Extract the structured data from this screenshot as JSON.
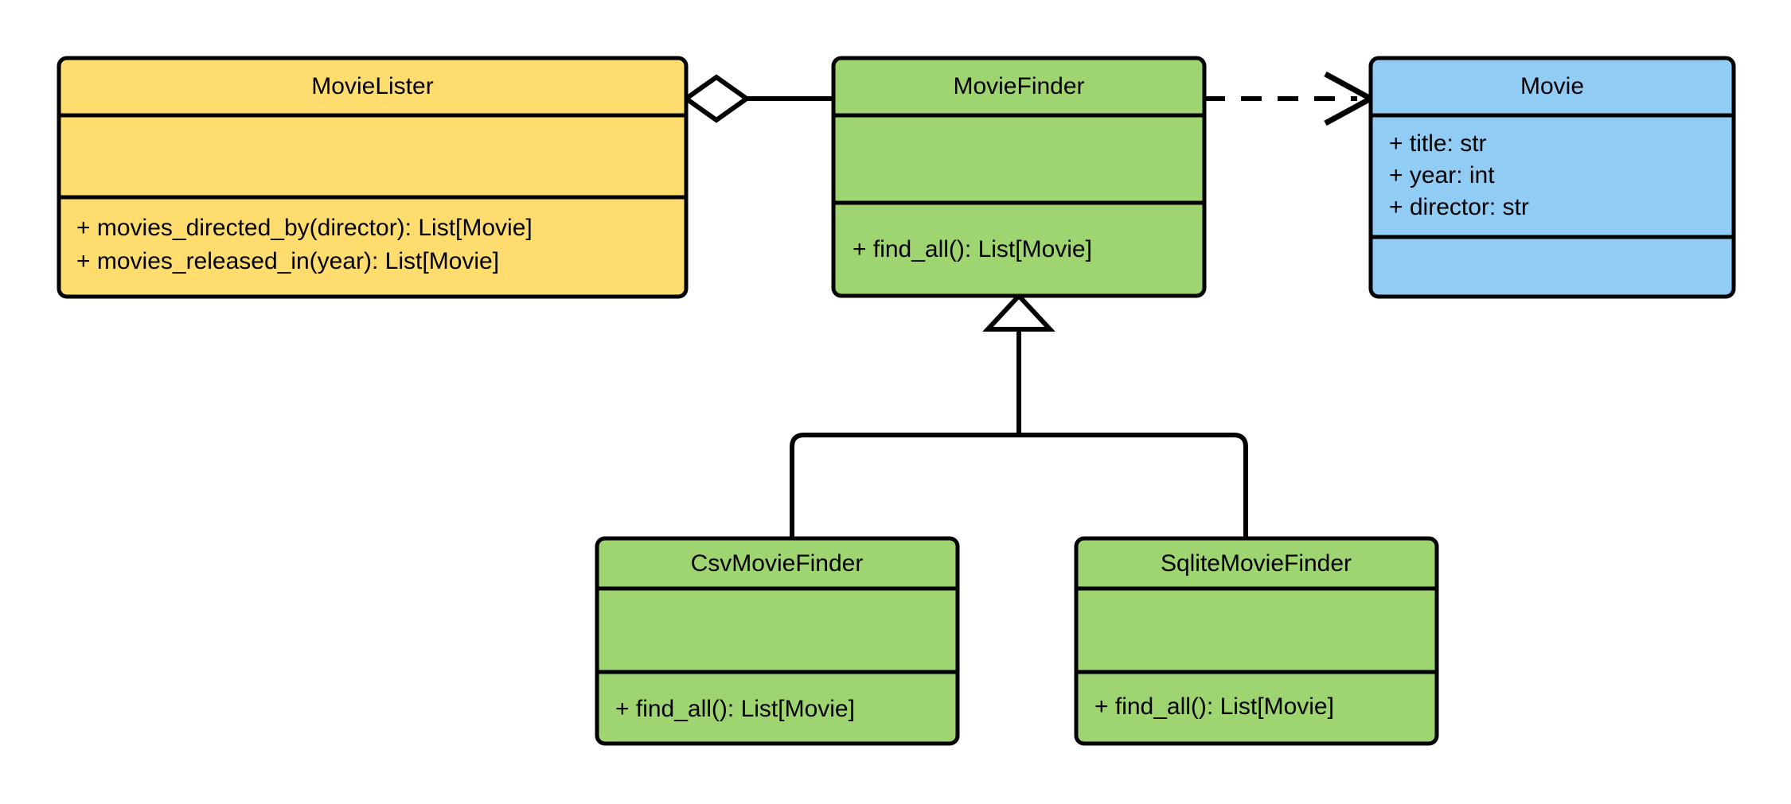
{
  "diagram": {
    "type": "uml-class-diagram",
    "title": "MovieLister dependency injection class diagram",
    "background_color": "#ffffff",
    "line_color": "#000000"
  },
  "palette": {
    "yellow": "#ffdc6e",
    "green": "#9ed570",
    "blue": "#91ccf5",
    "stroke": "#000000",
    "white": "#ffffff"
  },
  "classes": [
    {
      "id": "movie-lister",
      "name": "MovieLister",
      "fill": "#ffdc6e",
      "attributes": [],
      "methods": [
        "+ movies_directed_by(director): List[Movie]",
        "+ movies_released_in(year): List[Movie]"
      ]
    },
    {
      "id": "movie-finder",
      "name": "MovieFinder",
      "fill": "#9ed570",
      "attributes": [],
      "methods": [
        "+ find_all(): List[Movie]"
      ]
    },
    {
      "id": "movie",
      "name": "Movie",
      "fill": "#91ccf5",
      "attributes": [
        "+ title: str",
        "+ year: int",
        "+ director: str"
      ],
      "methods": []
    },
    {
      "id": "csv-movie-finder",
      "name": "CsvMovieFinder",
      "fill": "#9ed570",
      "attributes": [],
      "methods": [
        "+ find_all(): List[Movie]"
      ]
    },
    {
      "id": "sqlite-movie-finder",
      "name": "SqliteMovieFinder",
      "fill": "#9ed570",
      "attributes": [],
      "methods": [
        "+ find_all(): List[Movie]"
      ]
    }
  ],
  "relationships": [
    {
      "id": "lister-aggregates-finder",
      "kind": "aggregation",
      "marker": "hollow-diamond",
      "line": "solid",
      "source": "MovieLister",
      "target": "MovieFinder"
    },
    {
      "id": "finder-depends-movie",
      "kind": "dependency",
      "marker": "open-arrow",
      "line": "dashed",
      "source": "MovieFinder",
      "target": "Movie"
    },
    {
      "id": "csv-inherits-finder",
      "kind": "generalization",
      "marker": "hollow-triangle",
      "line": "solid",
      "source": "CsvMovieFinder",
      "target": "MovieFinder"
    },
    {
      "id": "sqlite-inherits-finder",
      "kind": "generalization",
      "marker": "hollow-triangle",
      "line": "solid",
      "source": "SqliteMovieFinder",
      "target": "MovieFinder"
    }
  ]
}
